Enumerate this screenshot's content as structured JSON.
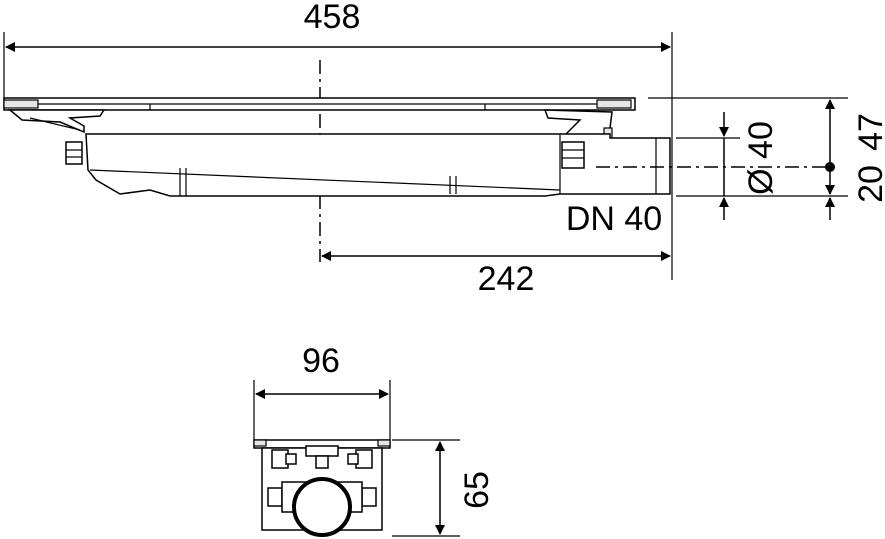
{
  "side_view": {
    "overall_length": "458",
    "outlet_offset": "242",
    "outlet_diameter": "Ø 40",
    "outlet_label": "DN 40",
    "outlet_height": "20",
    "total_height": "47"
  },
  "end_view": {
    "width": "96",
    "height": "65"
  }
}
